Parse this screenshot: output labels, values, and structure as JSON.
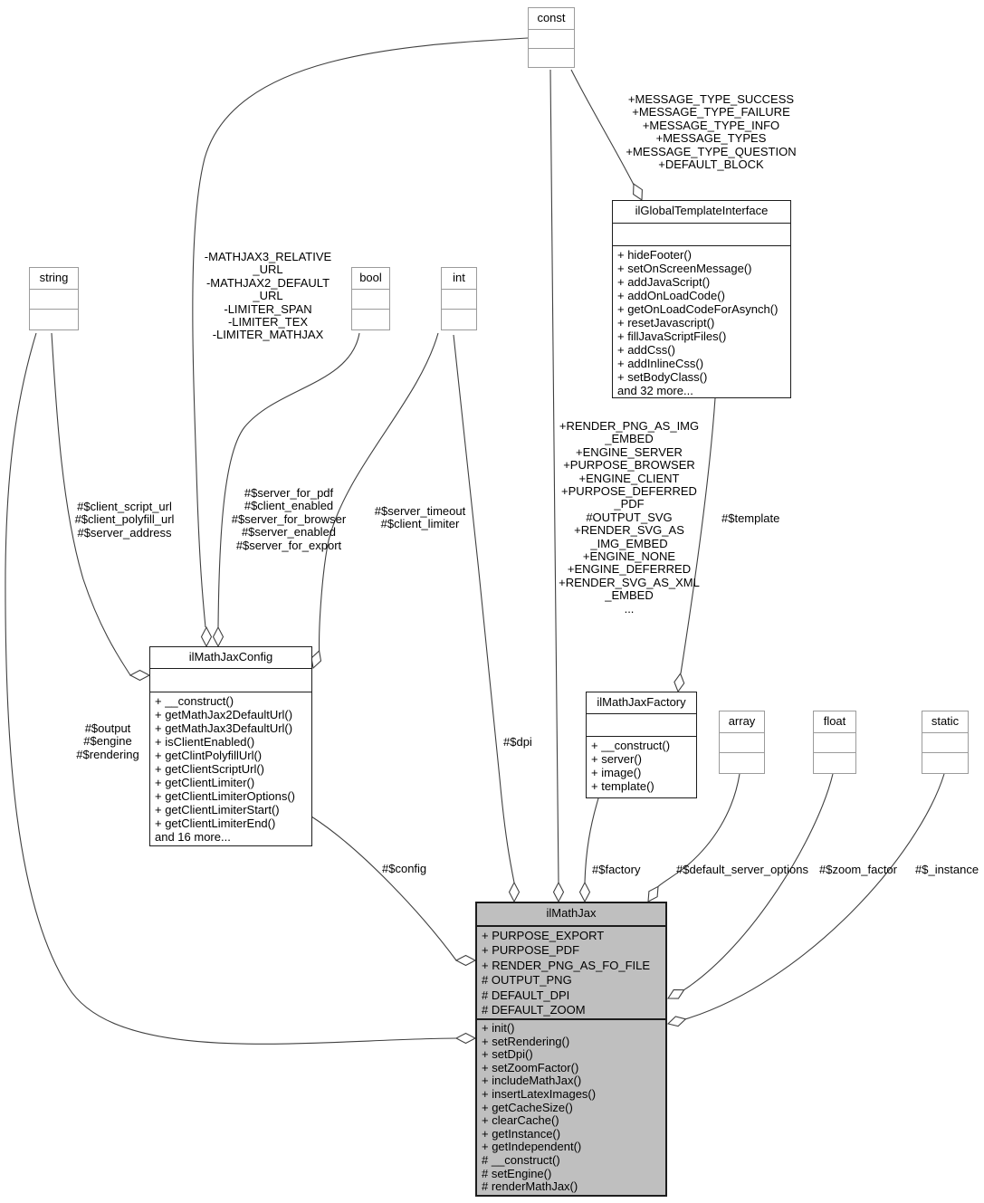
{
  "diagram_type": "uml-collaboration-diagram",
  "colors": {
    "background": "#ffffff",
    "main_class_fill": "#bfbfbf",
    "class_border": "#1c1c1c",
    "type_box_border": "#9b9b9b",
    "edge": "#404040"
  },
  "classes": {
    "const": {
      "name": "const"
    },
    "string": {
      "name": "string"
    },
    "bool": {
      "name": "bool"
    },
    "int": {
      "name": "int"
    },
    "array": {
      "name": "array"
    },
    "float": {
      "name": "float"
    },
    "static": {
      "name": "static"
    },
    "ilGlobalTemplateInterface": {
      "name": "ilGlobalTemplateInterface",
      "attributes": [],
      "methods": [
        "+ hideFooter()",
        "+ setOnScreenMessage()",
        "+ addJavaScript()",
        "+ addOnLoadCode()",
        "+ getOnLoadCodeForAsynch()",
        "+ resetJavascript()",
        "+ fillJavaScriptFiles()",
        "+ addCss()",
        "+ addInlineCss()",
        "+ setBodyClass()",
        "and 32 more..."
      ]
    },
    "ilMathJaxConfig": {
      "name": "ilMathJaxConfig",
      "attributes": [],
      "methods": [
        "+ __construct()",
        "+ getMathJax2DefaultUrl()",
        "+ getMathJax3DefaultUrl()",
        "+ isClientEnabled()",
        "+ getClintPolyfillUrl()",
        "+ getClientScriptUrl()",
        "+ getClientLimiter()",
        "+ getClientLimiterOptions()",
        "+ getClientLimiterStart()",
        "+ getClientLimiterEnd()",
        "and 16 more..."
      ]
    },
    "ilMathJaxFactory": {
      "name": "ilMathJaxFactory",
      "attributes": [],
      "methods": [
        "+ __construct()",
        "+ server()",
        "+ image()",
        "+ template()"
      ]
    },
    "ilMathJax": {
      "name": "ilMathJax",
      "attributes": [
        "+ PURPOSE_EXPORT",
        "+ PURPOSE_PDF",
        "+ RENDER_PNG_AS_FO_FILE",
        "# OUTPUT_PNG",
        "# DEFAULT_DPI",
        "# DEFAULT_ZOOM"
      ],
      "methods": [
        "+ init()",
        "+ setRendering()",
        "+ setDpi()",
        "+ setZoomFactor()",
        "+ includeMathJax()",
        "+ insertLatexImages()",
        "+ getCacheSize()",
        "+ clearCache()",
        "+ getInstance()",
        "+ getIndependent()",
        "# __construct()",
        "# setEngine()",
        "# renderMathJax()"
      ]
    }
  },
  "edge_labels": {
    "message_types": "+MESSAGE_TYPE_SUCCESS\n+MESSAGE_TYPE_FAILURE\n+MESSAGE_TYPE_INFO\n+MESSAGE_TYPES\n+MESSAGE_TYPE_QUESTION\n+DEFAULT_BLOCK",
    "mathjax_urls": "-MATHJAX3_RELATIVE\n_URL\n-MATHJAX2_DEFAULT\n_URL\n-LIMITER_SPAN\n-LIMITER_TEX\n-LIMITER_MATHJAX",
    "client_urls": "#$client_script_url\n#$client_polyfill_url\n#$server_address",
    "server_flags": "#$server_for_pdf\n#$client_enabled\n#$server_for_browser\n#$server_enabled\n#$server_for_export",
    "server_timeout": "#$server_timeout\n#$client_limiter",
    "render_constants": "+RENDER_PNG_AS_IMG\n_EMBED\n+ENGINE_SERVER\n+PURPOSE_BROWSER\n+ENGINE_CLIENT\n+PURPOSE_DEFERRED\n_PDF\n#OUTPUT_SVG\n+RENDER_SVG_AS\n_IMG_EMBED\n+ENGINE_NONE\n+ENGINE_DEFERRED\n+RENDER_SVG_AS_XML\n_EMBED\n...",
    "template": "#$template",
    "output_engine_rendering": "#$output\n#$engine\n#$rendering",
    "dpi": "#$dpi",
    "config": "#$config",
    "factory": "#$factory",
    "default_server_options": "#$default_server_options",
    "zoom_factor": "#$zoom_factor",
    "instance": "#$_instance"
  }
}
